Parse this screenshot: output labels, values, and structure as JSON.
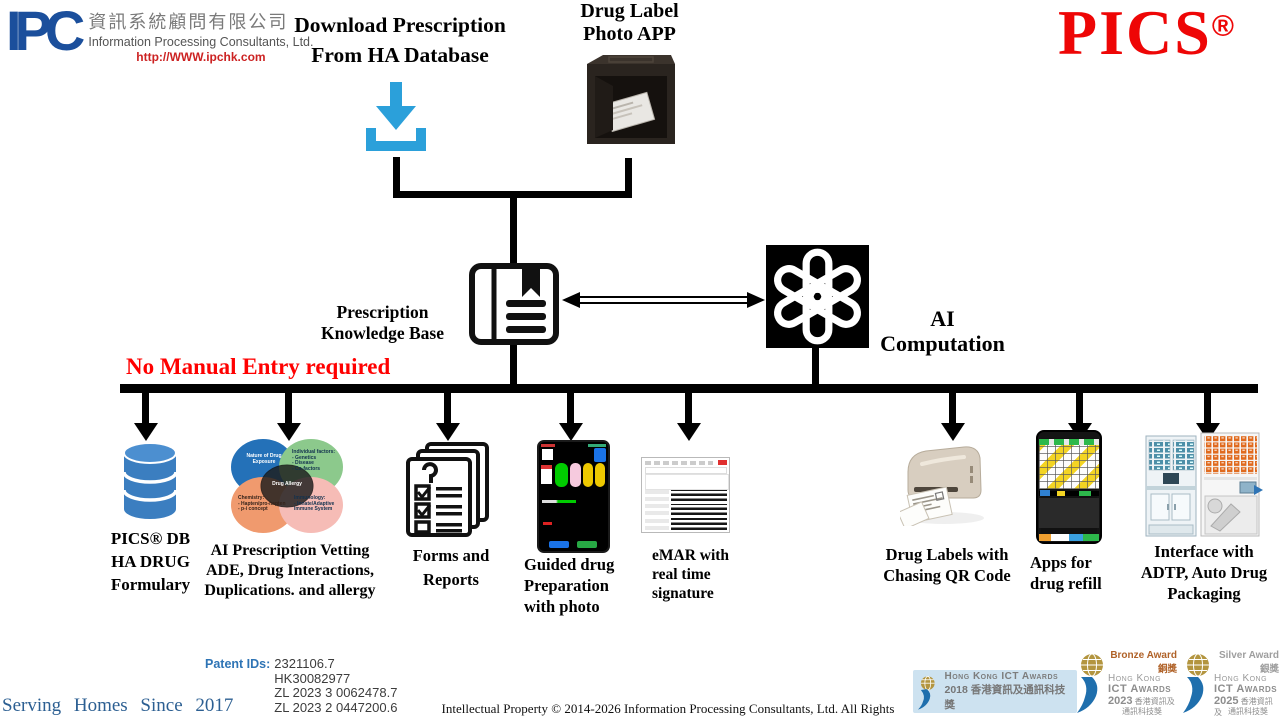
{
  "colors": {
    "brand_red": "#ee0606",
    "logo_blue": "#1b4f9c",
    "download_blue": "#2ba0da",
    "note_red": "#ff0000",
    "database_blue": "#3b7ec0",
    "award_blue": "#1f6fad",
    "award_gold": "#b3953f"
  },
  "header": {
    "logo": {
      "acronym": "IPC",
      "cn": "資訊系統顧問有限公司",
      "en": "Information Processing Consultants, Ltd.",
      "url": "http://WWW.ipchk.com"
    },
    "download_label": "Download Prescription\nFrom HA Database",
    "photo_app_label": "Drug Label\nPhoto APP",
    "brand": "PICS",
    "brand_reg": "®"
  },
  "middle": {
    "kb_label": "Prescription\nKnowledge Base",
    "ai_label": "AI\nComputation",
    "no_manual_entry": "No Manual Entry required"
  },
  "venn": {
    "center": "Drug Allergy",
    "nature": "Nature of Drug\nExposure",
    "individual": "Individual factors:\n- Genetics\n- Disease\n- Co-factors",
    "chemistry": "Chemistry:\n- Hapten/pro-hapten\n- p-i concept",
    "immunology": "Immunology:\n- Innate/Adaptive\nImmune System"
  },
  "items": [
    {
      "id": "pics-db",
      "label": "PICS® DB\nHA DRUG\nFormulary"
    },
    {
      "id": "ai-vetting",
      "label": "AI Prescription Vetting\nADE, Drug Interactions,\nDuplications. and allergy"
    },
    {
      "id": "forms-reports",
      "label": "Forms and\nReports"
    },
    {
      "id": "guided-prep",
      "label": "Guided drug\nPreparation\nwith photo"
    },
    {
      "id": "emar",
      "label": "eMAR with\nreal time\nsignature"
    },
    {
      "id": "drug-labels",
      "label": "Drug Labels with\nChasing QR Code"
    },
    {
      "id": "refill-apps",
      "label": "Apps for\ndrug refill"
    },
    {
      "id": "adtp",
      "label": "Interface with\nADTP, Auto Drug\nPackaging"
    }
  ],
  "footer": {
    "serving": "Serving Homes Since 2017",
    "patents_label": "Patent IDs:",
    "patents": [
      "2321106.7",
      "HK30082977",
      "ZL 2023 3 0062478.7",
      "ZL 2023 2 0447200.6"
    ],
    "copyright": "Intellectual Property © 2014-2026 Information Processing Consultants, Ltd. All Rights Reserved.",
    "awards": {
      "y2018": {
        "org": "Hong Kong ICT Awards",
        "year_line": "2018 香港資訊及通訊科技獎"
      },
      "medals": [
        {
          "tier": "Bronze Award",
          "tier_cn": "銅獎",
          "org1": "Hong Kong",
          "org2": "ICT Awards",
          "year": "2023",
          "cn1": "香港資訊及",
          "cn2": "通訊科技獎"
        },
        {
          "tier": "Silver Award",
          "tier_cn": "銀獎",
          "org1": "Hong Kong",
          "org2": "ICT Awards",
          "year": "2025",
          "cn1": "香港資訊及",
          "cn2": "通訊科技獎"
        }
      ]
    }
  }
}
